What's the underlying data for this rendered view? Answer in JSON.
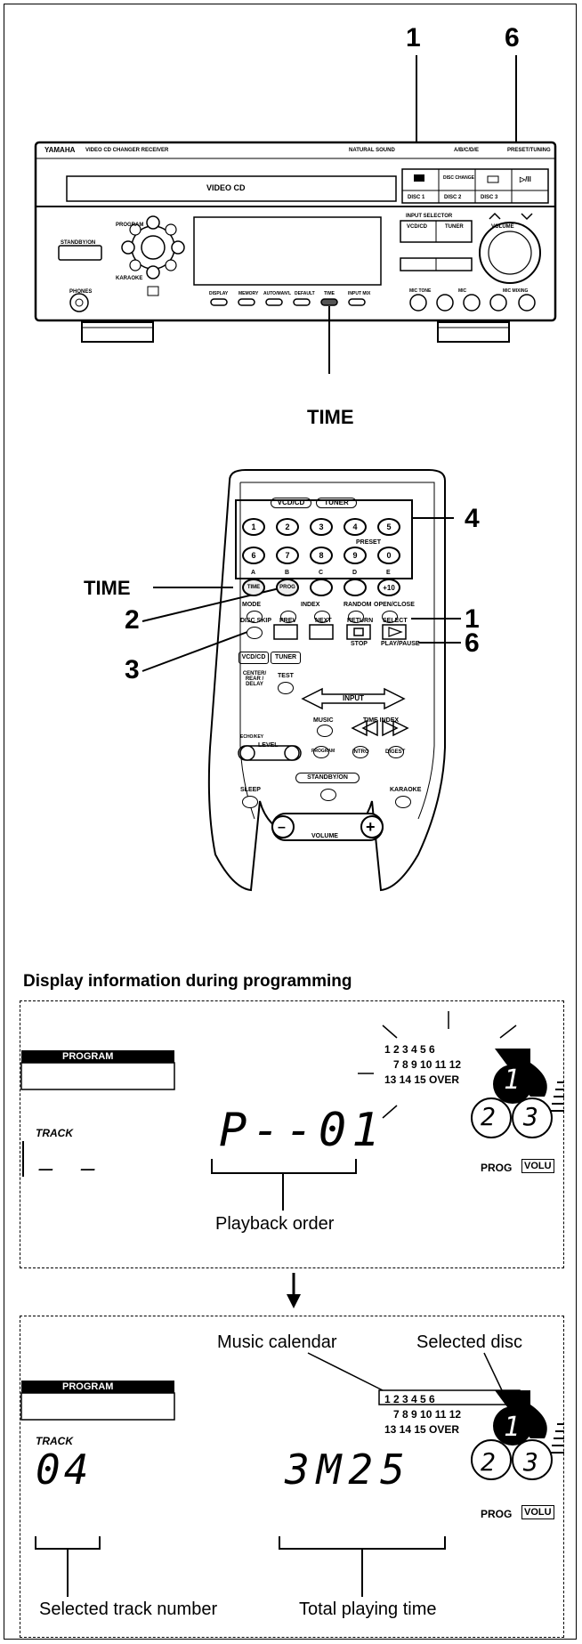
{
  "callouts": {
    "front_1": "1",
    "front_6": "6",
    "time_front": "TIME",
    "remote_4": "4",
    "remote_time": "TIME",
    "remote_2": "2",
    "remote_1": "1",
    "remote_3": "3",
    "remote_6": "6"
  },
  "front_panel": {
    "brand": "YAMAHA",
    "model": "VIDEO CD CHANGER RECEIVER",
    "natural_sound": "NATURAL SOUND",
    "window_label": "VIDEO CD",
    "model_no": "A/B/C/D/E",
    "preset_tuning": "PRESET/TUNING",
    "standby_on": "STANDBY/ON",
    "phones": "PHONES",
    "program": "PROGRAM",
    "karaoke": "KARAOKE",
    "volume": "VOLUME",
    "input_selector": "INPUT SELECTOR",
    "vcd_cd": "VCD/CD",
    "tuner": "TUNER",
    "disc_labels": [
      "DISC 1",
      "DISC 2",
      "DISC 3"
    ],
    "disc_change": "DISC CHANGE",
    "play_pause": "▷/II",
    "buttons": [
      "DISPLAY",
      "MEMORY",
      "AUTO/MAN'L",
      "DEFAULT",
      "TIME",
      "INPUT MIX"
    ],
    "mic_labels": [
      "MIC TONE",
      "MIC",
      "MIC MIXING"
    ]
  },
  "remote": {
    "vcd_cd": "VCD/CD",
    "tuner": "TUNER",
    "number_keys_row1": [
      "1",
      "2",
      "3",
      "4",
      "5"
    ],
    "number_keys_row2": [
      "6",
      "7",
      "8",
      "9",
      "0"
    ],
    "preset": "PRESET",
    "letters": [
      "A",
      "B",
      "C",
      "D",
      "E"
    ],
    "time": "TIME",
    "prog": "PROG",
    "plus10": "+10",
    "mode": "MODE",
    "index": "INDEX",
    "random": "RANDOM",
    "open_close": "OPEN/CLOSE",
    "disc_skip": "DISC SKIP",
    "prev": "PREV",
    "next": "NEXT",
    "return": "RETURN",
    "select": "SELECT",
    "stop": "STOP",
    "play_pause": "PLAY/PAUSE",
    "vcdcd2": "VCD/CD",
    "tuner2": "TUNER",
    "input": "INPUT",
    "center_rear": "CENTER/ REAR / DELAY",
    "test": "TEST",
    "music": "MUSIC",
    "time_index": "TIME INDEX",
    "echo_key": "ECHO/KEY",
    "level": "LEVEL",
    "program": "PROGRAM",
    "intro": "INTRO",
    "digest": "DIGEST",
    "standby_on": "STANDBY/ON",
    "sleep": "SLEEP",
    "karaoke": "KARAOKE",
    "volume": "VOLUME"
  },
  "display_section": {
    "heading": "Display information during programming",
    "panel1": {
      "program": "PROGRAM",
      "track": "TRACK",
      "track_value": "– –",
      "main_readout": "P--01",
      "calendar": [
        "1  2  3  4  5  6",
        "7  8  9  10 11 12",
        "13 14 15 OVER"
      ],
      "disc_digits": [
        "1",
        "2",
        "3"
      ],
      "prog": "PROG",
      "volume_tag": "VOLU",
      "caption": "Playback order"
    },
    "panel2": {
      "program": "PROGRAM",
      "track": "TRACK",
      "track_value": "04",
      "main_readout": "3M25",
      "calendar": [
        "1  2  3  4  5  6",
        "7  8  9  10 11 12",
        "13 14 15 OVER"
      ],
      "disc_digits": [
        "1",
        "2",
        "3"
      ],
      "prog": "PROG",
      "volume_tag": "VOLU",
      "label_calendar": "Music calendar",
      "label_disc": "Selected disc",
      "label_track": "Selected track number",
      "label_time": "Total playing time"
    }
  }
}
